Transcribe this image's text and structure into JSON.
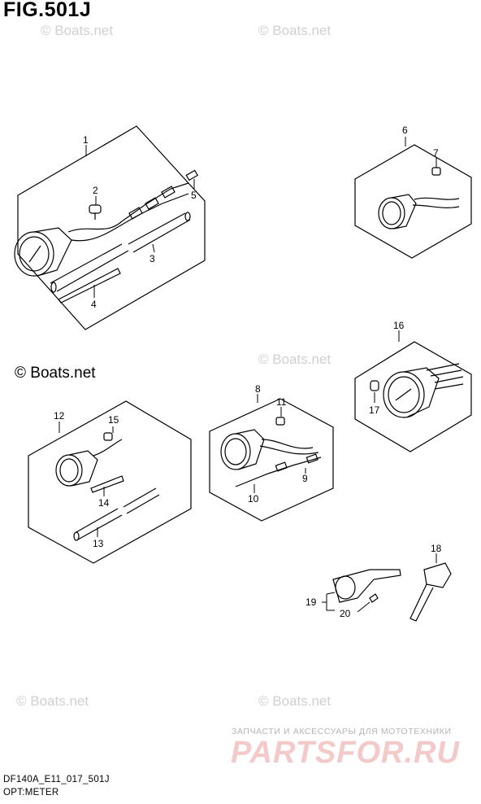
{
  "title": "FIG.501J",
  "footer": {
    "model_code": "DF140A_E11_017_501J",
    "section": "OPT:METER"
  },
  "copyright": "© Boats.net",
  "watermark_text": "© Boats.net",
  "brand": {
    "tagline": "ЗАПЧАСТИ И АКСЕССУАРЫ ДЛЯ МОТОТЕХНИКИ",
    "name": "PARTSFOR.RU"
  },
  "callouts": [
    "1",
    "2",
    "3",
    "4",
    "5",
    "6",
    "7",
    "8",
    "9",
    "10",
    "11",
    "12",
    "13",
    "14",
    "15",
    "16",
    "17",
    "18",
    "19",
    "20"
  ]
}
